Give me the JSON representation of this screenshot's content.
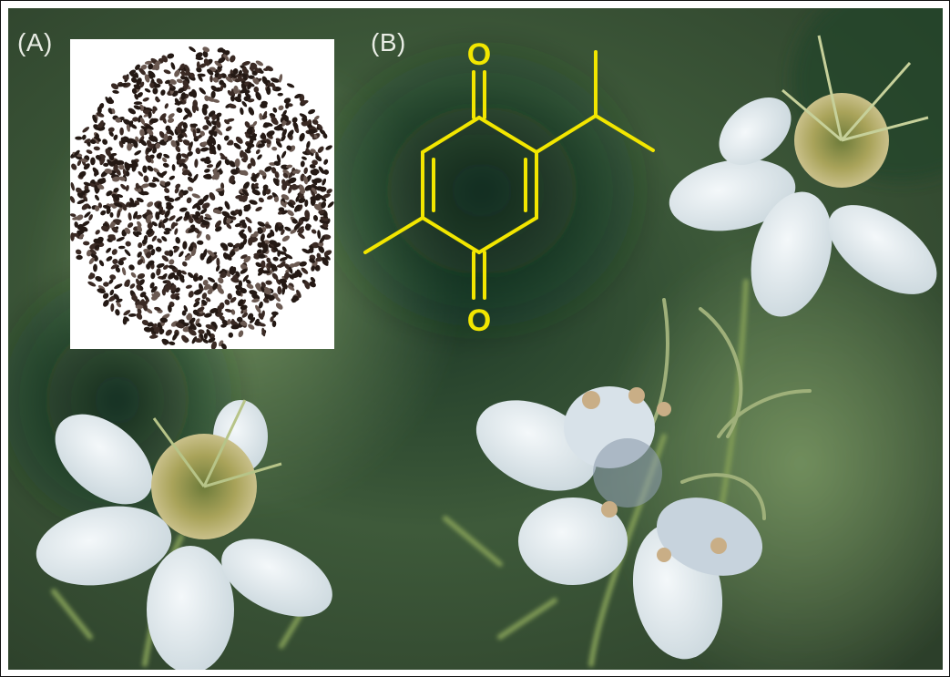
{
  "figure": {
    "panel_a_label": "(A)",
    "panel_b_label": "(B)",
    "oxygen_top": "O",
    "oxygen_bottom": "O"
  },
  "colors": {
    "structure": "#f2e600",
    "background_green": "#2f4a30",
    "petal": "#e6edf0",
    "seed": "#3a2a24"
  },
  "content": {
    "panel_a": "black-seeds-photo",
    "panel_b": "chemical-structure",
    "background": "flowers-photo"
  }
}
